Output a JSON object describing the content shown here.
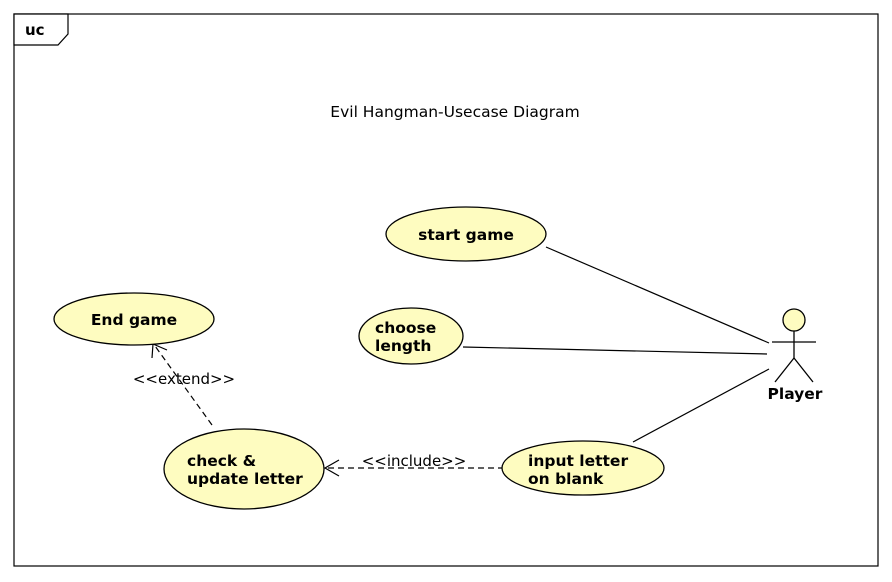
{
  "frame": {
    "label": "uc"
  },
  "diagram": {
    "title": "Evil Hangman-Usecase Diagram"
  },
  "use_cases": {
    "start_game": {
      "line1": "start game"
    },
    "choose_length": {
      "line1": "choose",
      "line2": "length"
    },
    "end_game": {
      "line1": "End game"
    },
    "check_update": {
      "line1": "check &",
      "line2": "update letter"
    },
    "input_letter": {
      "line1": "input letter",
      "line2": "on blank"
    }
  },
  "actor": {
    "name": "Player"
  },
  "relations": {
    "extend_label": "<<extend>>",
    "include_label": "<<include>>"
  },
  "colors": {
    "use_case_fill": "#fefcc0",
    "stroke": "#000000"
  }
}
